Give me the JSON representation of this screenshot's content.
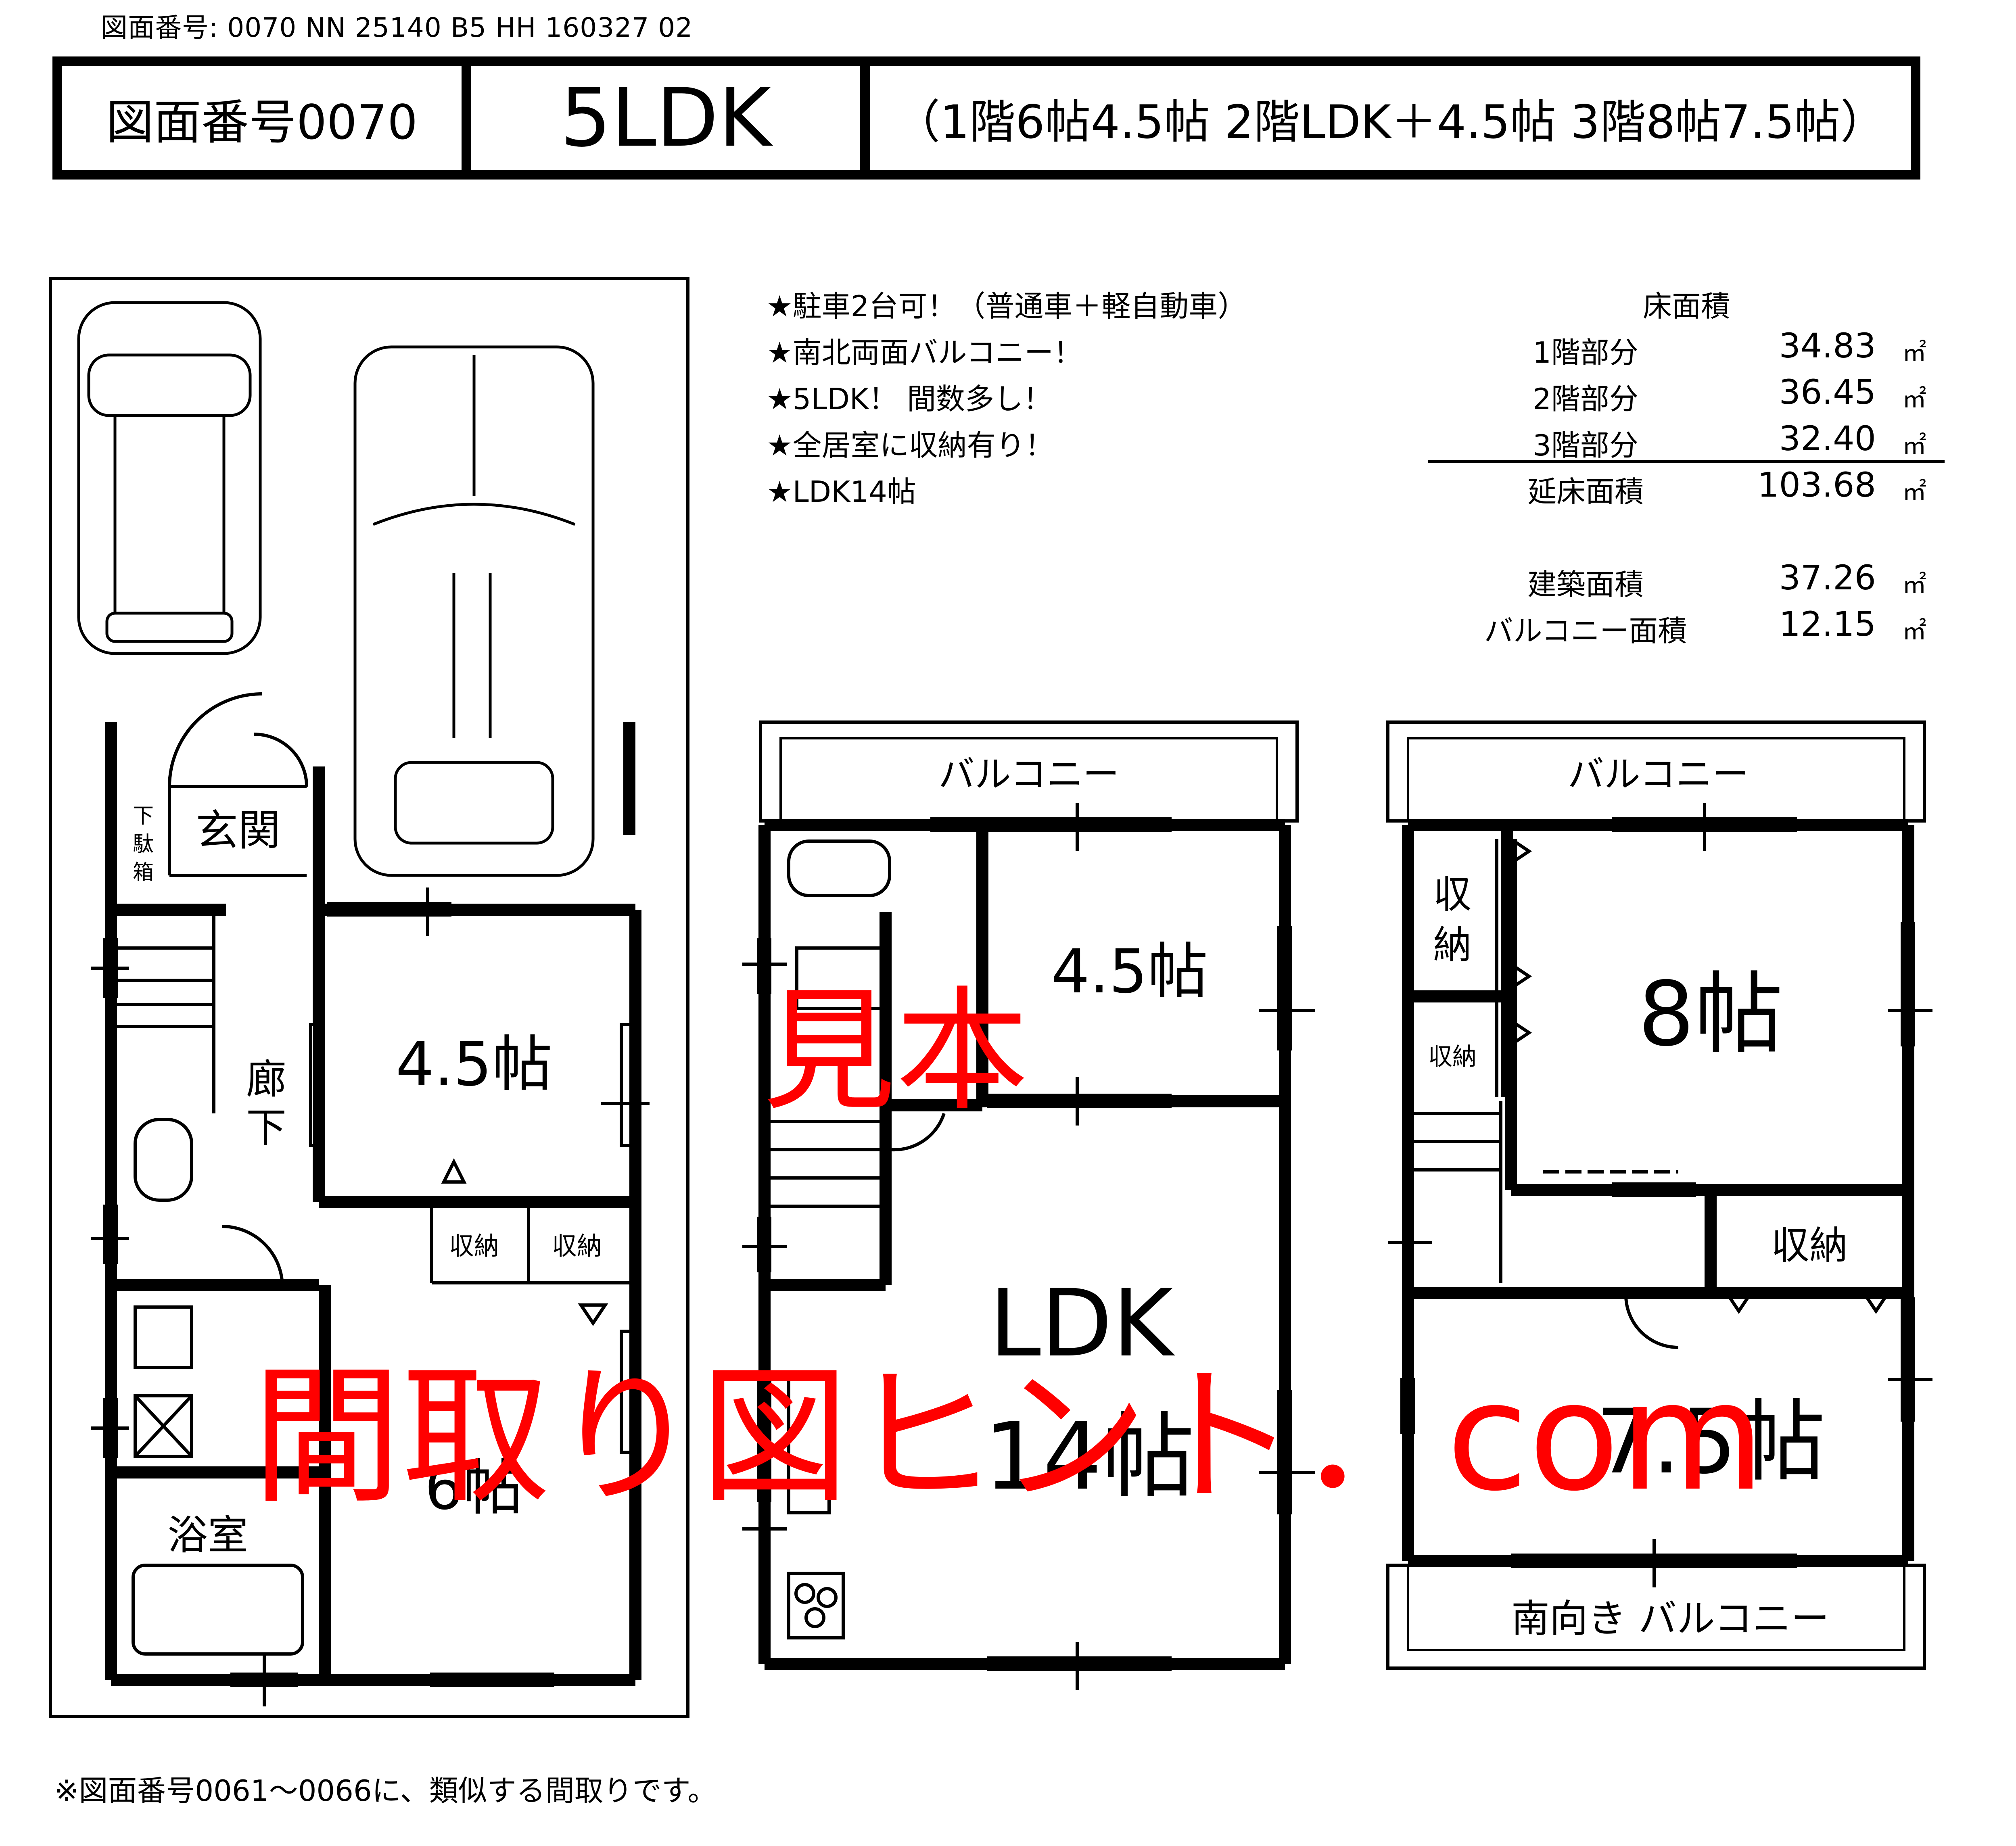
{
  "code_line": "図面番号: 0070     NN 25140 B5 HH 160327 02",
  "header": {
    "number": "図面番号0070",
    "layout": "5LDK",
    "detail": "（1階6帖4.5帖   2階LDK＋4.5帖   3階8帖7.5帖）"
  },
  "features": [
    "★駐車2台可！（普通車＋軽自動車）",
    "★南北両面バルコニー！",
    "★5LDK！  間数多し！",
    "★全居室に収納有り！",
    "★LDK14帖"
  ],
  "areas": {
    "title": "床面積",
    "unit": "㎡",
    "rows": [
      {
        "label": "1階部分",
        "value": "34.83"
      },
      {
        "label": "2階部分",
        "value": "36.45"
      },
      {
        "label": "3階部分",
        "value": "32.40"
      },
      {
        "label": "延床面積",
        "value": "103.68"
      }
    ],
    "extra": [
      {
        "label": "建築面積",
        "value": "37.26"
      },
      {
        "label": "バルコニー面積",
        "value": "12.15"
      }
    ]
  },
  "floor1": {
    "genkan": "玄関",
    "getabako": [
      "下",
      "駄",
      "箱"
    ],
    "rouka": [
      "廊",
      "下"
    ],
    "room_a": "4.5帖",
    "room_b": "6帖",
    "storage1": "収納",
    "storage2": "収納",
    "bath": "浴室"
  },
  "floor2": {
    "balcony": "バルコニー",
    "room_a": "4.5帖",
    "ldk": "LDK",
    "ldk_size": "14帖"
  },
  "floor3": {
    "balcony_north": "バルコニー",
    "balcony_south": "南向き  バルコニー",
    "room_a": "8帖",
    "room_b": "7.5帖",
    "storage_tall": [
      "収",
      "納"
    ],
    "storage_small": "収納",
    "storage_wide": "収納"
  },
  "watermark": {
    "sample": "見本",
    "site": "間取り図ヒント．com",
    "color": "#ff0000"
  },
  "note": "※図面番号0061〜0066に、類似する間取りです。"
}
